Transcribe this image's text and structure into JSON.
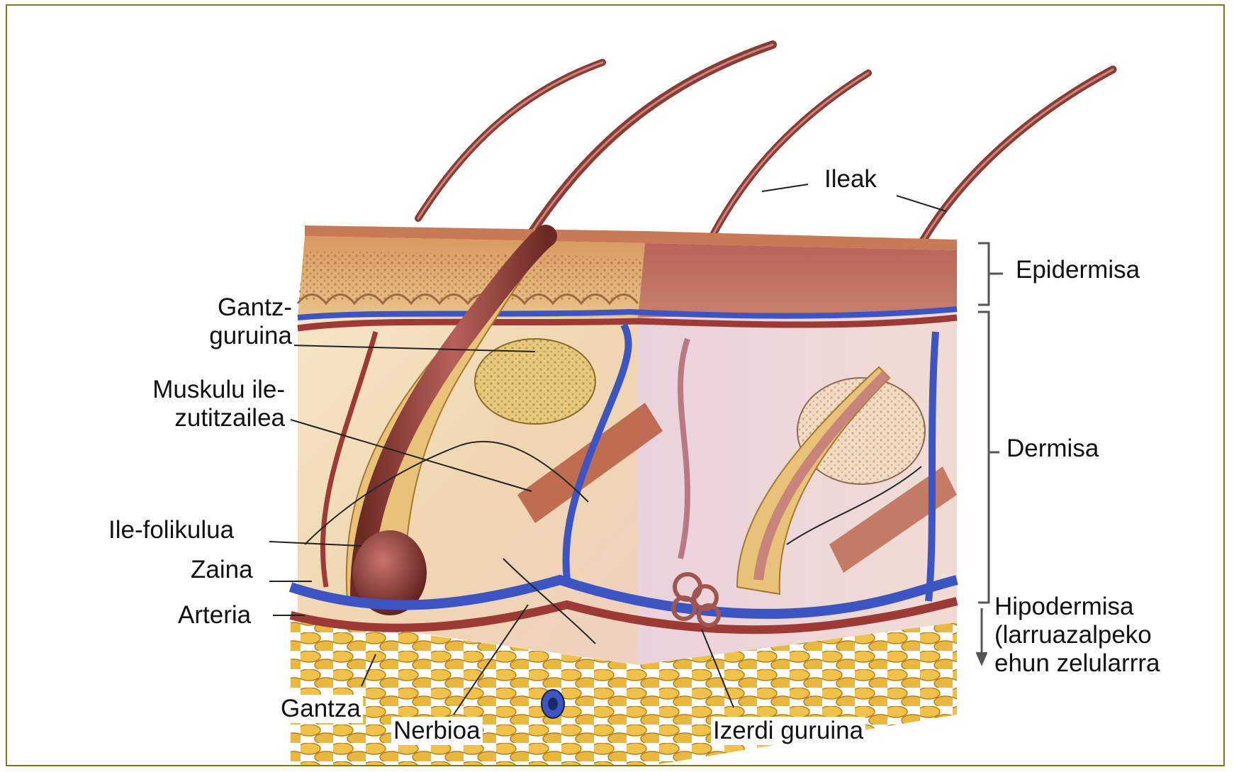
{
  "labels": {
    "ileak": "Ileak",
    "epidermisa": "Epidermisa",
    "dermisa": "Dermisa",
    "hipodermisa_1": "Hipodermisa",
    "hipodermisa_2": "(larruazalpeko",
    "hipodermisa_3": "ehun zelularrra",
    "gantz_guruina_1": "Gantz-",
    "gantz_guruina_2": "guruina",
    "muskulu_1": "Muskulu ile-",
    "muskulu_2": "zutitzailea",
    "ile_folikulua": "Ile-folikulua",
    "zaina": "Zaina",
    "arteria": "Arteria",
    "gantza": "Gantza",
    "nerbioa": "Nerbioa",
    "izerdi_guruina": "Izerdi guruina"
  },
  "colors": {
    "frame": "#7a7a1e",
    "epidermis": "#c98a5a",
    "dermis": "#f3e0c4",
    "fat": "#e7b23b",
    "vein": "#3d55c2",
    "artery": "#9e3a35",
    "hair": "#8a3b33",
    "leader": "#222222"
  }
}
